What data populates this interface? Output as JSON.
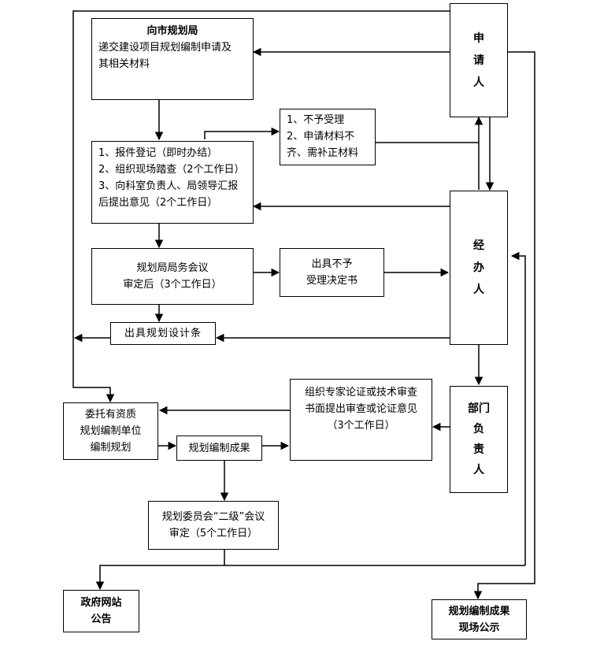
{
  "nodes": {
    "apply_box": {
      "title": "向市规划局",
      "line1": "递交建设项目规划编制申请及",
      "line2": "其相关材料"
    },
    "applicant": {
      "c1": "申",
      "c2": "请",
      "c3": "人"
    },
    "steps_box": {
      "l1": "1、报件登记（即时办结）",
      "l2": "2、组织现场踏查（2个工作日）",
      "l3": "3、向科室负责人、局领导汇报",
      "l4": "后提出意见（2个工作日）"
    },
    "reject_box": {
      "l1": "1、不予受理",
      "l2": "2、申请材料不",
      "l3": "齐、需补正材料"
    },
    "meeting_box": {
      "l1": "规划局局务会议",
      "l2": "审定后（3个工作日）"
    },
    "refuse_box": {
      "l1": "出具不予",
      "l2": "受理决定书"
    },
    "handler": {
      "c1": "经",
      "c2": "办",
      "c3": "人"
    },
    "design_box": {
      "label": "出具规划设计条"
    },
    "expert_box": {
      "l1": "组织专家论证或技术审查",
      "l2": "书面提出审查或论证意见",
      "l3": "（3个工作日）"
    },
    "dept_head": {
      "c1": "部门",
      "c2": "负",
      "c3": "责",
      "c4": "人"
    },
    "entrust_box": {
      "l1": "委托有资质",
      "l2": "规划编制单位",
      "l3": "编制规划"
    },
    "result_box": {
      "label": "规划编制成果"
    },
    "committee_box": {
      "l1": "规划委员会“二级”会议",
      "l2": "审定（5个工作日）"
    },
    "gov_box": {
      "l1": "政府网站",
      "l2": "公告"
    },
    "public_box": {
      "l1": "规划编制成果",
      "l2": "现场公示"
    }
  }
}
